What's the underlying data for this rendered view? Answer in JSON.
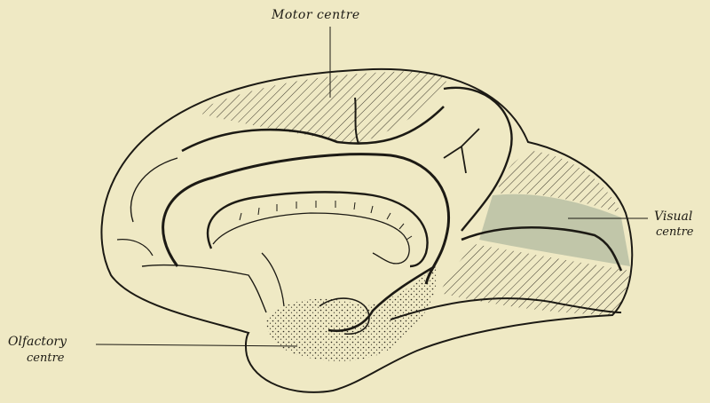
{
  "labels": {
    "motor": "Motor   centre",
    "visual_line1": "Visual",
    "visual_line2": "centre",
    "olfactory_line1": "Olfactory",
    "olfactory_line2": "centre"
  },
  "colors": {
    "paper": "#efe9c4",
    "ink": "#1c1a14",
    "visual_fill": "#b9bfa4"
  }
}
